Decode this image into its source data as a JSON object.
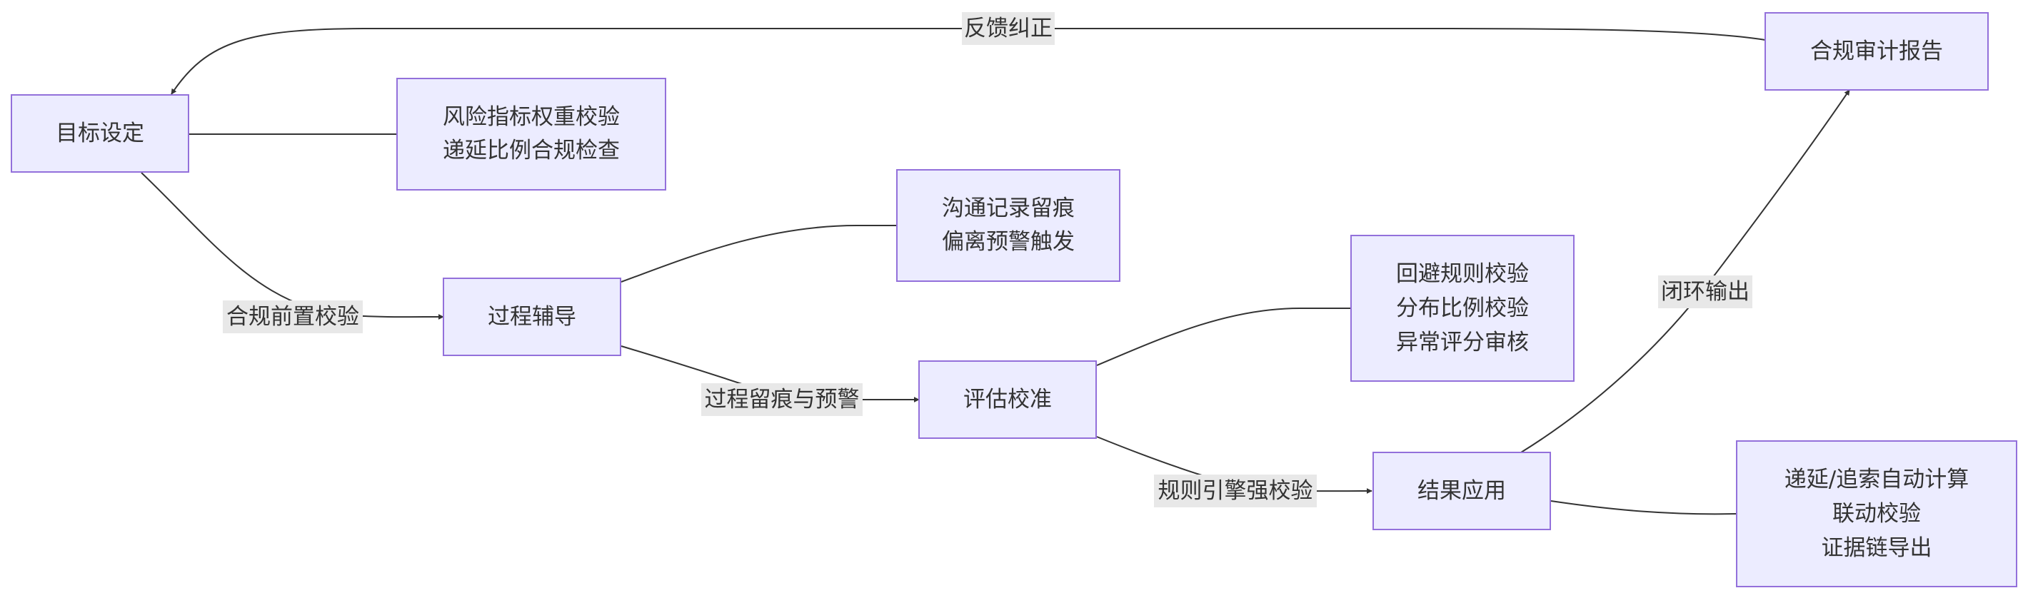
{
  "nodes": {
    "goal_setting": "目标设定",
    "risk_check_line1": "风险指标权重校验",
    "risk_check_line2": "递延比例合规检查",
    "process_coaching": "过程辅导",
    "comm_record_line1": "沟通记录留痕",
    "comm_record_line2": "偏离预警触发",
    "eval_calibration": "评估校准",
    "rule_check_line1": "回避规则校验",
    "rule_check_line2": "分布比例校验",
    "rule_check_line3": "异常评分审核",
    "result_application": "结果应用",
    "auto_calc_line1": "递延/追索自动计算",
    "auto_calc_line2": "联动校验",
    "auto_calc_line3": "证据链导出",
    "audit_report": "合规审计报告"
  },
  "edge_labels": {
    "feedback": "反馈纠正",
    "precheck": "合规前置校验",
    "trace_warning": "过程留痕与预警",
    "rule_engine": "规则引擎强校验",
    "closed_loop": "闭环输出"
  },
  "colors": {
    "node_fill": "#ececff",
    "node_stroke": "#9370db",
    "edge": "#333333",
    "label_bg": "#e8e8e8"
  }
}
